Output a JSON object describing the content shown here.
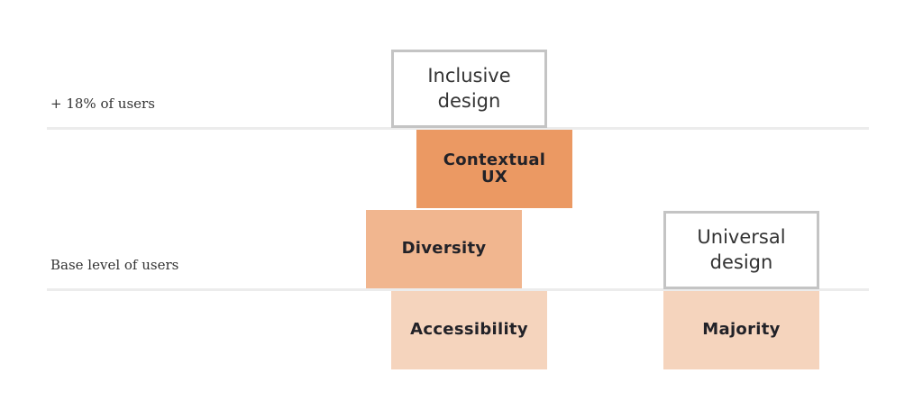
{
  "levels": {
    "upper_label": "+ 18% of users",
    "base_label": "Base level of users"
  },
  "boxes": {
    "inclusive_design": {
      "label_line1": "Inclusive",
      "label_line2": "design",
      "style": "outlined",
      "border_color": "#c4c4c4"
    },
    "contextual_ux": {
      "label_line1": "Contextual",
      "label_line2": "UX",
      "color": "#eb9963"
    },
    "diversity": {
      "label": "Diversity",
      "color": "#f1b68f"
    },
    "accessibility": {
      "label": "Accessibility",
      "color": "#f5d4bd"
    },
    "universal_design": {
      "label_line1": "Universal",
      "label_line2": "design",
      "style": "outlined",
      "border_color": "#c4c4c4"
    },
    "majority": {
      "label": "Majority",
      "color": "#f5d4bd"
    }
  },
  "colors": {
    "divider": "#ececec",
    "text": "#222228"
  }
}
